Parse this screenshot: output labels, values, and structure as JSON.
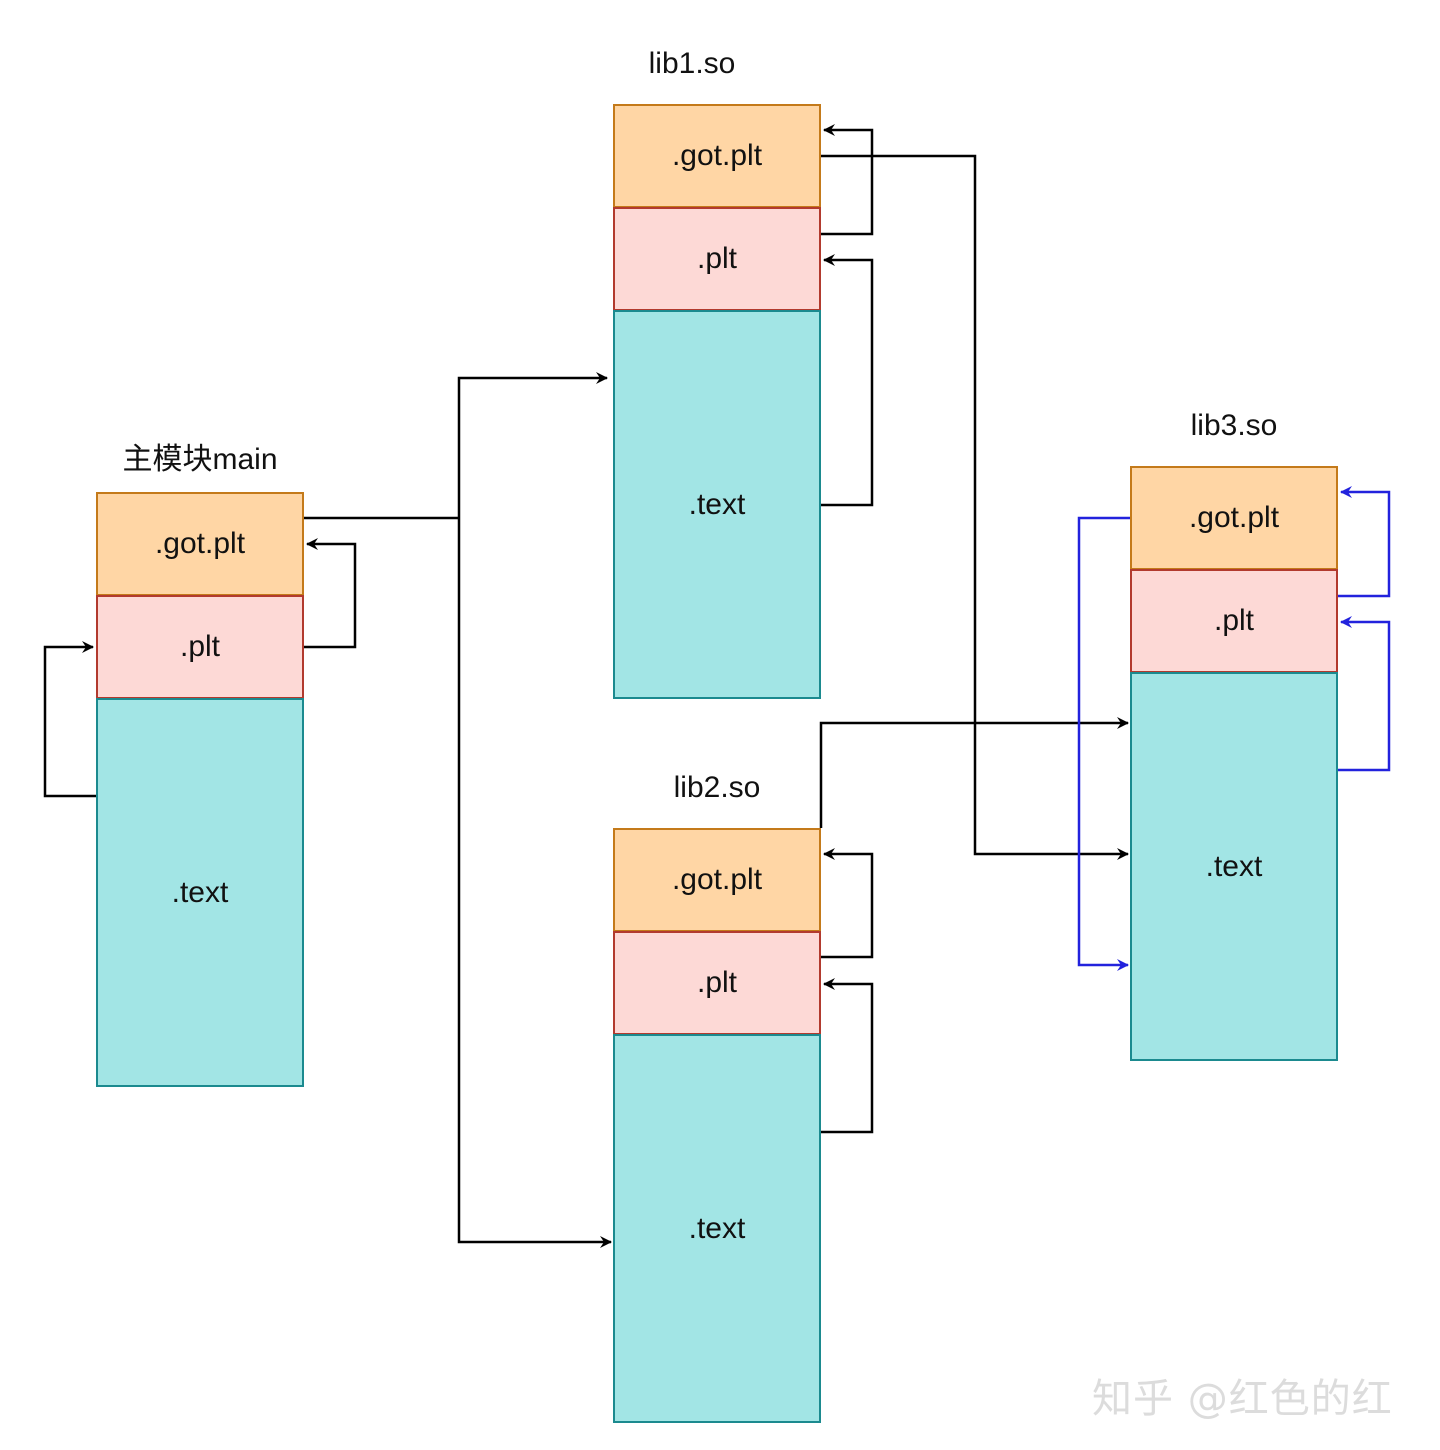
{
  "modules": {
    "main": {
      "title": "主模块main",
      "got": ".got.plt",
      "plt": ".plt",
      "text": ".text"
    },
    "lib1": {
      "title": "lib1.so",
      "got": ".got.plt",
      "plt": ".plt",
      "text": ".text"
    },
    "lib2": {
      "title": "lib2.so",
      "got": ".got.plt",
      "plt": ".plt",
      "text": ".text"
    },
    "lib3": {
      "title": "lib3.so",
      "got": ".got.plt",
      "plt": ".plt",
      "text": ".text"
    }
  },
  "colors": {
    "got_fill": "#ffd6a5",
    "plt_fill": "#fdd9d6",
    "text_fill": "#a2e5e5",
    "arrow_black": "#000000",
    "arrow_blue": "#2222dd"
  },
  "watermark": "知乎 @红色的红"
}
